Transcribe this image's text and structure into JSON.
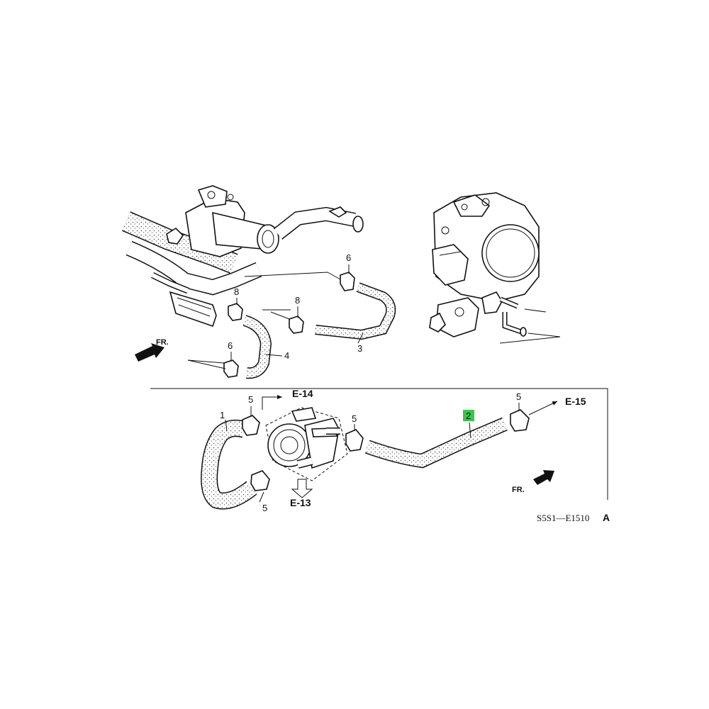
{
  "callouts": {
    "c1": "1",
    "c2": "2",
    "c3": "3",
    "c4": "4",
    "c5a": "5",
    "c5b": "5",
    "c5c": "5",
    "c5d": "5",
    "c6a": "6",
    "c6b": "6",
    "c8a": "8",
    "c8b": "8"
  },
  "highlight": {
    "color": "#35c84a",
    "label": "2"
  },
  "references": {
    "e14": "E-14",
    "e15": "E-15",
    "e13": "E-13"
  },
  "direction": {
    "fr_top": "FR.",
    "fr_bottom": "FR."
  },
  "diagram_code": "S5S1—E1510",
  "diagram_code_suffix": "A",
  "colors": {
    "line": "#111111",
    "background": "#ffffff"
  }
}
